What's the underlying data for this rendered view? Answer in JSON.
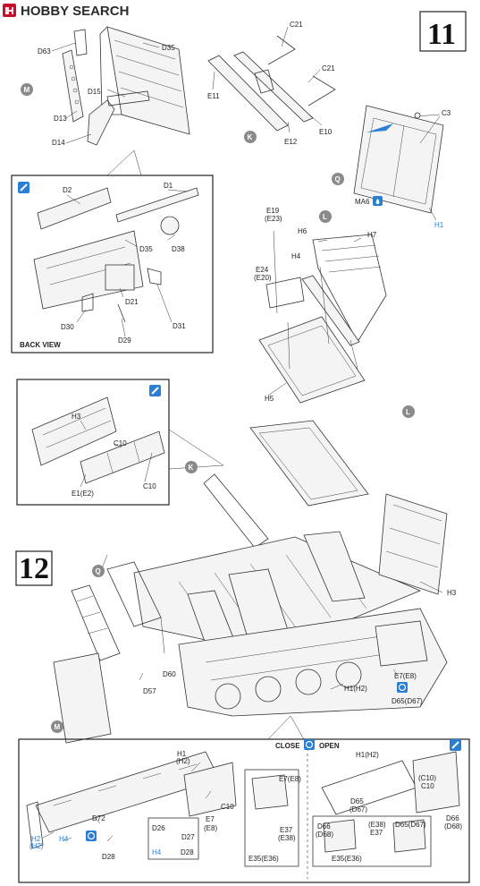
{
  "logo": {
    "text": "HOBBY SEARCH",
    "brand_color": "#c8102e"
  },
  "steps": [
    {
      "number": "11"
    },
    {
      "number": "12"
    }
  ],
  "markers": {
    "m": "M",
    "k": "K",
    "q": "Q",
    "l": "L"
  },
  "step11": {
    "labels": {
      "d63": "D63",
      "d35": "D35",
      "d13": "D13",
      "d15": "D15",
      "d14": "D14",
      "c21a": "C21",
      "c21b": "C21",
      "e11": "E11",
      "e12": "E12",
      "e10": "E10",
      "c3": "C3",
      "ma6": "MA6",
      "h1": "H1"
    },
    "detail": {
      "d2": "D2",
      "d1": "D1",
      "d35": "D35",
      "d38": "D38",
      "d21": "D21",
      "d30": "D30",
      "d29": "D29",
      "d31": "D31",
      "back_view": "BACK VIEW"
    },
    "lgroup": {
      "e19": "E19",
      "e23": "(E23)",
      "h6": "H6",
      "h7": "H7",
      "h4": "H4",
      "e24": "E24",
      "e20": "(E20)",
      "h5": "H5"
    }
  },
  "step12": {
    "inset": {
      "h3": "H3",
      "c10a": "C10",
      "c10b": "C10",
      "e1": "E1(E2)"
    },
    "main": {
      "h3": "H3",
      "d60": "D60",
      "d57": "D57",
      "h1": "H1(H2)",
      "e7": "E7(E8)",
      "d65": "D65(D67)"
    },
    "bottom": {
      "close": "CLOSE",
      "open": "OPEN",
      "h1l": "H1",
      "h2l": "(H2)",
      "c10": "C10",
      "e7": "E7",
      "e8": "(E8)",
      "d72": "D72",
      "h2": "H2",
      "h2b": "(H2)",
      "h4": "H4",
      "d28": "D28",
      "d26": "D26",
      "d27": "D27",
      "h4b": "H4",
      "d28b": "D28",
      "e7e8": "E7(E8)",
      "e37": "E37",
      "e38": "(E38)",
      "e35": "E35(E36)",
      "h1h2r": "H1(H2)",
      "c10r": "(C10)",
      "c10r2": "C10",
      "d65": "D65",
      "d67": "(D67)",
      "e38r": "(E38)",
      "e37r": "E37",
      "d65d67": "D65(D67)",
      "d66": "D66",
      "d68": "(D68)",
      "d66r": "D66",
      "d68r": "(D68)",
      "e35r": "E35(E36)"
    }
  }
}
